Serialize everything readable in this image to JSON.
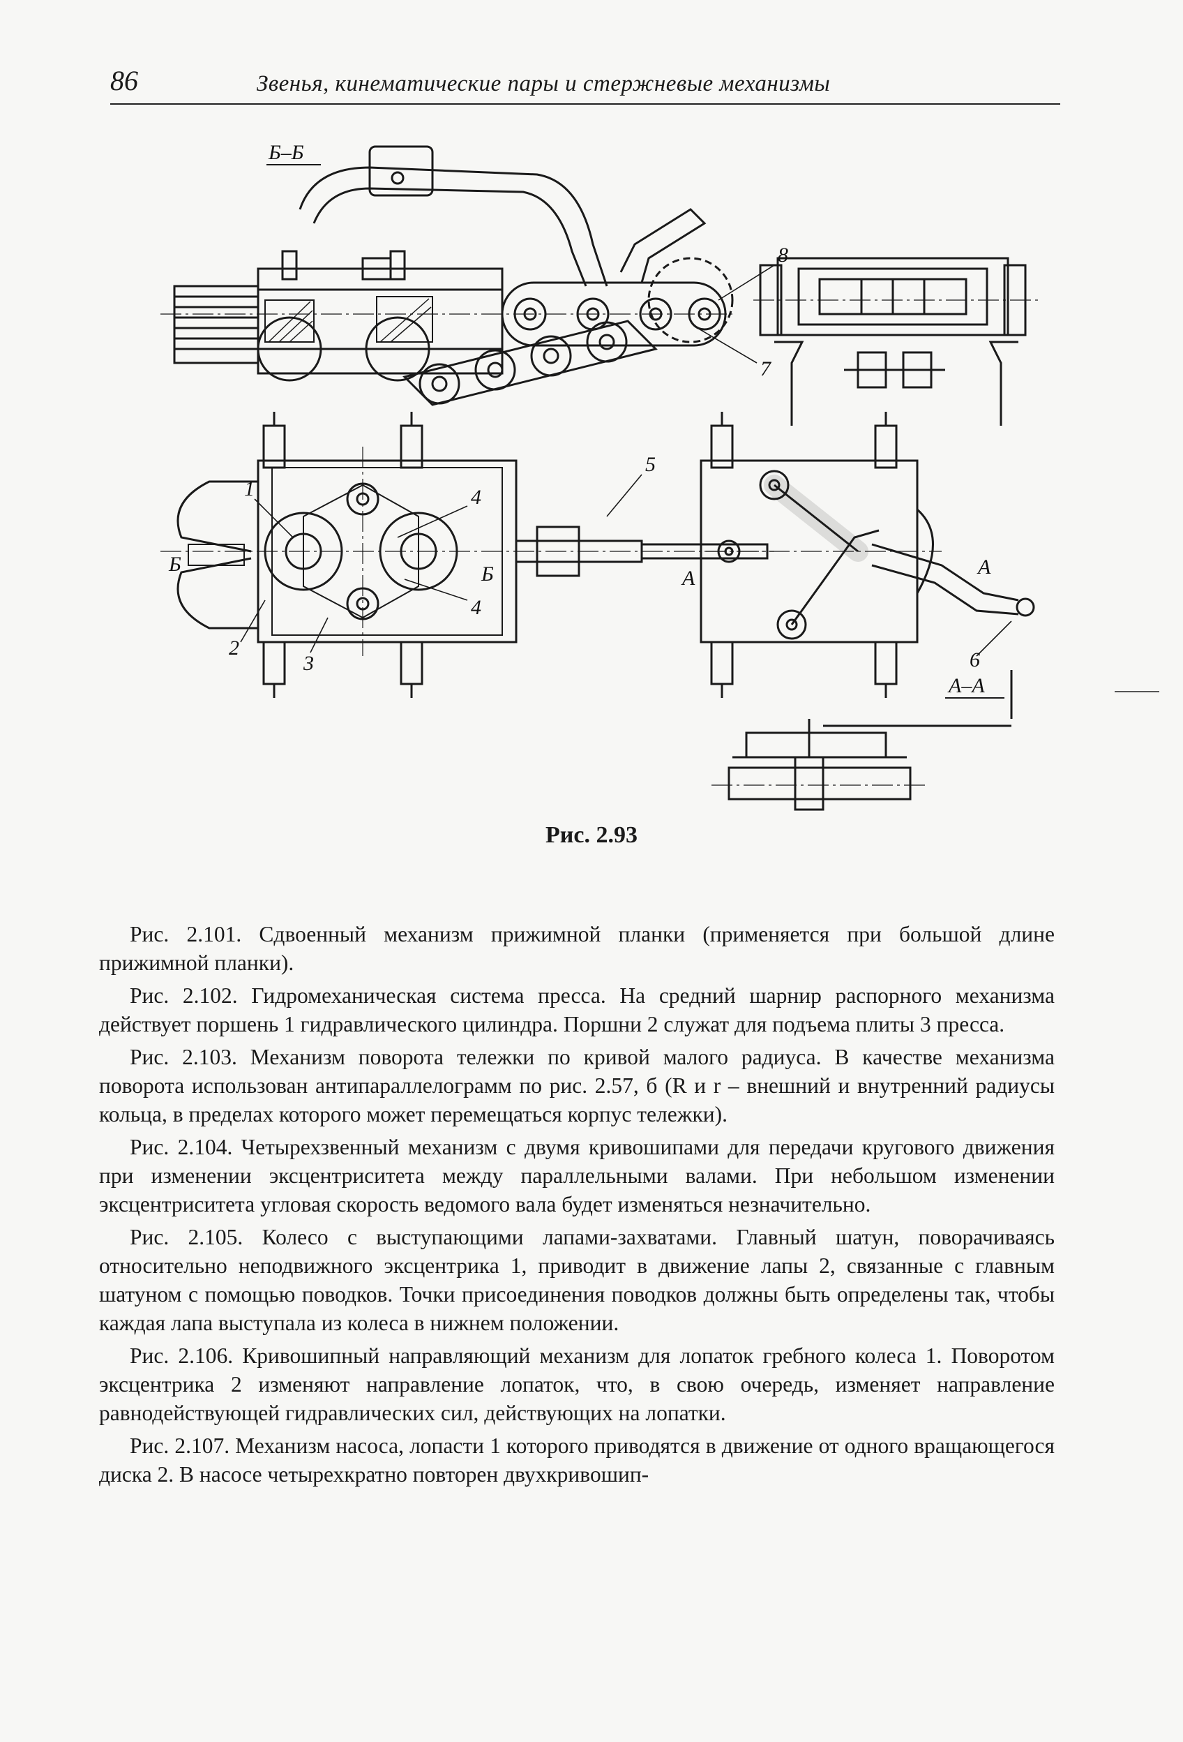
{
  "header": {
    "page_number": "86",
    "running_title": "Звенья, кинематические пары и стержневые механизмы"
  },
  "figure": {
    "section_labels": [
      "Б–Б",
      "А–А"
    ],
    "part_numbers": [
      "1",
      "2",
      "3",
      "4",
      "4",
      "5",
      "6",
      "7",
      "8"
    ],
    "cut_letters": [
      "Б",
      "Б",
      "А",
      "А"
    ],
    "caption": "Рис. 2.93"
  },
  "body": {
    "paragraphs": [
      "Рис. 2.101. Сдвоенный механизм прижимной планки (применяется при большой длине прижимной планки).",
      "Рис. 2.102. Гидромеханическая система пресса. На средний шарнир распорного механизма действует поршень 1 гидравлического цилиндра. Поршни 2 служат для подъема плиты 3 пресса.",
      "Рис. 2.103. Механизм поворота тележки по кривой малого радиуса. В качестве механизма поворота использован антипараллелограмм по рис. 2.57, б (R и r – внешний и внутренний радиусы кольца, в пределах которого может перемещаться корпус тележки).",
      "Рис. 2.104. Четырехзвенный механизм с двумя кривошипами для передачи кругового движения при изменении эксцентриситета между параллельными валами. При небольшом изменении эксцентриситета угловая скорость ведомого вала будет изменяться незначительно.",
      "Рис. 2.105. Колесо с выступающими лапами-захватами. Главный шатун, поворачиваясь относительно неподвижного эксцентрика 1, приводит в движение лапы 2, связанные с главным шатуном с помощью поводков. Точки присоединения поводков должны быть определены так, чтобы каждая лапа выступала из колеса в нижнем положении.",
      "Рис. 2.106. Кривошипный направляющий механизм для лопаток гребного колеса 1. Поворотом эксцентрика 2 изменяют направление лопаток, что, в свою очередь, изменяет направление равнодействующей гидравлических сил, действующих на лопатки.",
      "Рис. 2.107. Механизм насоса, лопасти 1 которого приводятся в движение от одного вращающегося диска 2. В насосе четырехкратно повторен двухкривошип-"
    ]
  }
}
